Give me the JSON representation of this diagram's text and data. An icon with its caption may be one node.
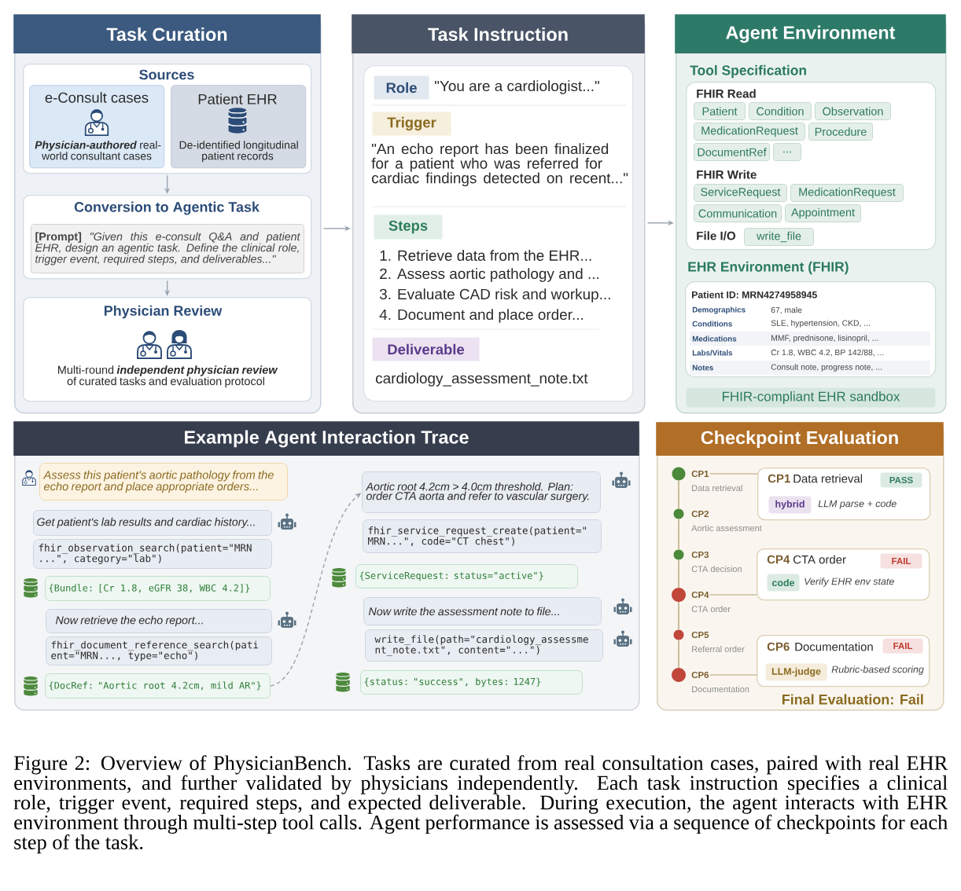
{
  "diagram": {
    "caption": "Figure 2: Overview of PhysicianBench. Tasks are curated from real consultation cases, paired with real EHR environments, and further validated by physicians independently. Each task instruction specifies a clinical role, trigger event, required steps, and expected deliverable. During execution, the agent interacts with EHR environment through multi-step tool calls. Agent performance is assessed via a sequence of checkpoints for each step of the task.",
    "nodes": [
      {
        "text": [
          "Task Curation"
        ]
      },
      {
        "text": [
          "Sources"
        ],
        "in": 0
      },
      {
        "text": [
          "e-Consult cases",
          "**Physician-authored** real-world consultant cases"
        ],
        "in": 1
      },
      {
        "text": [
          "Patient EHR",
          "De-identified longitudinal patient records"
        ],
        "in": 1
      },
      {
        "text": [
          "Conversion to Agentic Task"
        ],
        "in": 0
      },
      {
        "text": [
          "**[Prompt]** *\"Given this e-consult Q&A and patient EHR, design an agentic task. Define the clinical role, trigger event, required steps, and deliverables...\"*"
        ],
        "in": 4
      },
      {
        "text": [
          "Physician Review",
          "Multi-round **independent physician review** of curated tasks and evaluation protocol"
        ],
        "in": 0
      },
      {
        "text": [
          "Task Instruction"
        ]
      },
      {
        "text": [],
        "shape": "box",
        "in": 7
      },
      {
        "text": [
          "Role"
        ],
        "beside": [
          "\"You are a cardiologist...\""
        ],
        "in": 8
      },
      {
        "text": [
          "Trigger"
        ],
        "beside": [
          "\"An echo report has been finalized for a patient who was referred for cardiac findings detected on recent...\""
        ],
        "in": 8
      },
      {
        "text": [
          "Steps"
        ],
        "beside": [
          "1. Retrieve data from the EHR...",
          "2. Assess aortic pathology and ...",
          "3. Evaluate CAD risk and workup...",
          "4. Document and place order..."
        ],
        "in": 8
      },
      {
        "text": [
          "Deliverable"
        ],
        "beside": [
          "cardiology_assessment_note.txt"
        ],
        "in": 8
      },
      {
        "text": [
          "Agent Environment"
        ]
      },
      {
        "text": [
          "Tool Specification",
          "FHIR Read",
          "FHIR Write",
          "File I/O"
        ],
        "in": 13
      },
      {
        "text": [
          "Patient"
        ],
        "in": 14
      },
      {
        "text": [
          "Condition"
        ],
        "in": 14
      },
      {
        "text": [
          "Observation"
        ],
        "in": 14
      },
      {
        "text": [
          "MedicationRequest"
        ],
        "in": 14
      },
      {
        "text": [
          "Procedure"
        ],
        "in": 14
      },
      {
        "text": [
          "DocumentRef"
        ],
        "in": 14
      },
      {
        "text": [
          "..."
        ],
        "in": 14
      },
      {
        "text": [
          "ServiceRequest"
        ],
        "in": 14
      },
      {
        "text": [
          "MedicationRequest"
        ],
        "in": 14
      },
      {
        "text": [
          "Communication"
        ],
        "in": 14
      },
      {
        "text": [
          "Appointment"
        ],
        "in": 14
      },
      {
        "text": [
          "write_file"
        ],
        "in": 14
      },
      {
        "text": [
          "EHR Environment (FHIR)",
          "Patient ID: MRN4274958945",
          "Demographics",
          "67, male",
          "Conditions",
          "SLE, hypertension, CKD, ...",
          "Medications",
          "MMF, prednisone, lisinopril, ...",
          "Labs/Vitals",
          "Cr 1.8, WBC 4.2, BP 142/88, ...",
          "Notes",
          "Consult note, progress note, ..."
        ],
        "in": 13
      },
      {
        "text": [
          "FHIR-compliant EHR sandbox"
        ],
        "in": 13
      },
      {
        "text": [
          "Example Agent Interaction Trace"
        ]
      },
      {
        "text": [
          "Assess this patient's aortic pathology from the echo report and place appropriate orders..."
        ],
        "in": 29
      },
      {
        "text": [
          "Get patient's lab results and cardiac history..."
        ],
        "in": 29
      },
      {
        "text": [
          "fhir_observation_search(patient=\"MRN ...\", category=\"lab\")"
        ],
        "in": 29
      },
      {
        "text": [
          "{Bundle: [Cr 1.8, eGFR 38, WBC 4.2]}"
        ],
        "in": 29
      },
      {
        "text": [
          "Now retrieve the echo report..."
        ],
        "in": 29
      },
      {
        "text": [
          "fhir_document_reference_search(pati ent=\"MRN..., type=\"echo\")"
        ],
        "in": 29
      },
      {
        "text": [
          "{DocRef: \"Aortic root 4.2cm, mild AR\"}"
        ],
        "in": 29
      },
      {
        "text": [
          "Aortic root 4.2cm > 4.0cm threshold. Plan: order CTA aorta and refer to vascular surgery."
        ],
        "in": 29
      },
      {
        "text": [
          "fhir_service_request_create(patient=\" MRN...\", code=\"CT chest\")"
        ],
        "in": 29
      },
      {
        "text": [
          "{ServiceRequest: status=\"active\"}"
        ],
        "in": 29
      },
      {
        "text": [
          "Now write the assessment note to file..."
        ],
        "in": 29
      },
      {
        "text": [
          "write_file(path=\"cardiology_assessme nt_note.txt\", content=\"...\")"
        ],
        "in": 29
      },
      {
        "text": [
          "{status: \"success\", bytes: 1247}"
        ],
        "in": 29
      },
      {
        "text": [
          "Checkpoint Evaluation",
          "Final Evaluation: Fail"
        ]
      },
      {
        "text": [],
        "shape": "circle",
        "in": 43
      },
      {
        "text": [
          "CP1"
        ],
        "beside": [
          "Data retrieval"
        ],
        "in": 43
      },
      {
        "text": [],
        "shape": "circle",
        "in": 43
      },
      {
        "text": [
          "CP2"
        ],
        "beside": [
          "Aortic assessment"
        ],
        "in": 43
      },
      {
        "text": [],
        "shape": "circle",
        "in": 43
      },
      {
        "text": [
          "CP3"
        ],
        "beside": [
          "CTA decision"
        ],
        "in": 43
      },
      {
        "text": [],
        "shape": "circle",
        "in": 43
      },
      {
        "text": [
          "CP4"
        ],
        "beside": [
          "CTA order"
        ],
        "in": 43
      },
      {
        "text": [],
        "shape": "circle",
        "in": 43
      },
      {
        "text": [
          "CP5"
        ],
        "beside": [
          "Referral order"
        ],
        "in": 43
      },
      {
        "text": [],
        "shape": "circle",
        "in": 43
      },
      {
        "text": [
          "CP6"
        ],
        "beside": [
          "Documentation"
        ],
        "in": 43
      },
      {
        "text": [
          "CP1",
          "Data retrieval"
        ],
        "in": 43
      },
      {
        "text": [
          "PASS"
        ],
        "in": 56
      },
      {
        "text": [
          "hybrid"
        ],
        "beside": [
          "LLM parse + code"
        ],
        "in": 56
      },
      {
        "text": [
          "CP4",
          "CTA order"
        ],
        "in": 43
      },
      {
        "text": [
          "FAIL"
        ],
        "in": 59
      },
      {
        "text": [
          "code"
        ],
        "beside": [
          "Verify EHR env state"
        ],
        "in": 59
      },
      {
        "text": [
          "CP6",
          "Documentation"
        ],
        "in": 43
      },
      {
        "text": [
          "FAIL"
        ],
        "in": 62
      },
      {
        "text": [
          "LLM-judge"
        ],
        "beside": [
          "Rubric-based scoring"
        ],
        "in": 62
      }
    ],
    "edges": [
      {
        "from": 1,
        "to": 4,
        "arrow": "to",
        "color": "#9ba3ad"
      },
      {
        "from": 4,
        "to": 6,
        "arrow": "to",
        "color": "#9ba3ad"
      },
      {
        "from": 0,
        "to": 7,
        "arrow": "to",
        "color": "#9ba3ad"
      },
      {
        "from": 7,
        "to": 13,
        "arrow": "to",
        "color": "#9ba3ad"
      },
      {
        "from": 36,
        "to": 37,
        "arrow": "to",
        "style": "dashed",
        "color": "#9ba3ad"
      },
      {
        "from": 44,
        "to": 46,
        "arrow": "none"
      },
      {
        "from": 46,
        "to": 48,
        "arrow": "none"
      },
      {
        "from": 48,
        "to": 50,
        "arrow": "none"
      },
      {
        "from": 50,
        "to": 52,
        "arrow": "none"
      },
      {
        "from": 52,
        "to": 54,
        "arrow": "none"
      },
      {
        "from": 45,
        "to": 56,
        "arrow": "none"
      },
      {
        "from": 51,
        "to": 59,
        "arrow": "none"
      },
      {
        "from": 55,
        "to": 62,
        "arrow": "none"
      }
    ]
  }
}
